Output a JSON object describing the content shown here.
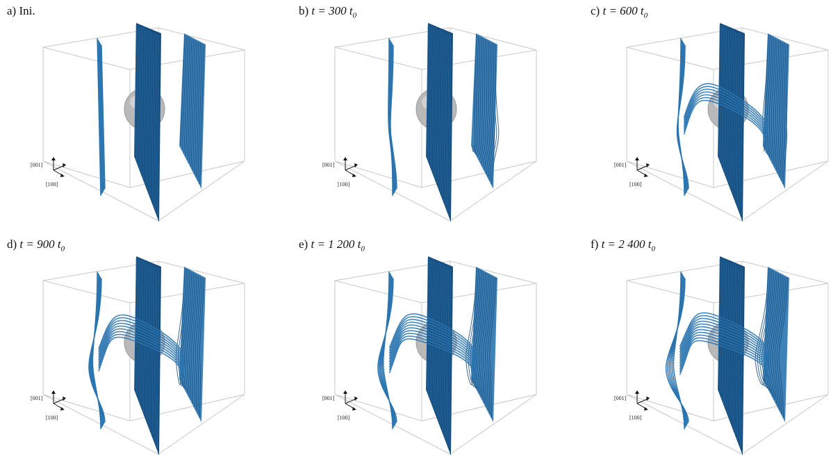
{
  "colors": {
    "dislocation": "#2a74b0",
    "dislocation_dark": "#174f80",
    "precipitate": "#b9b9b9",
    "box": "#c8c8c8"
  },
  "panels": [
    {
      "id": "a",
      "prefix": "a) ",
      "label": "Ini.",
      "math": "",
      "bulge": 0
    },
    {
      "id": "b",
      "prefix": "b) ",
      "label": "",
      "math": "t = 300 t0",
      "bulge": 0.25
    },
    {
      "id": "c",
      "prefix": "c) ",
      "label": "",
      "math": "t = 600 t0",
      "bulge": 0.55
    },
    {
      "id": "d",
      "prefix": "d) ",
      "label": "",
      "math": "t = 900 t0",
      "bulge": 0.8
    },
    {
      "id": "e",
      "prefix": "e) ",
      "label": "",
      "math": "t = 1 200 t0",
      "bulge": 0.95
    },
    {
      "id": "f",
      "prefix": "f) ",
      "label": "",
      "math": "t = 2 400 t0",
      "bulge": 1.15
    }
  ],
  "axes": {
    "vertical": "[001]",
    "horizontal": "[100]"
  },
  "icons": {
    "precipitate": "sphere-icon",
    "axes": "coordinate-triad-icon"
  }
}
